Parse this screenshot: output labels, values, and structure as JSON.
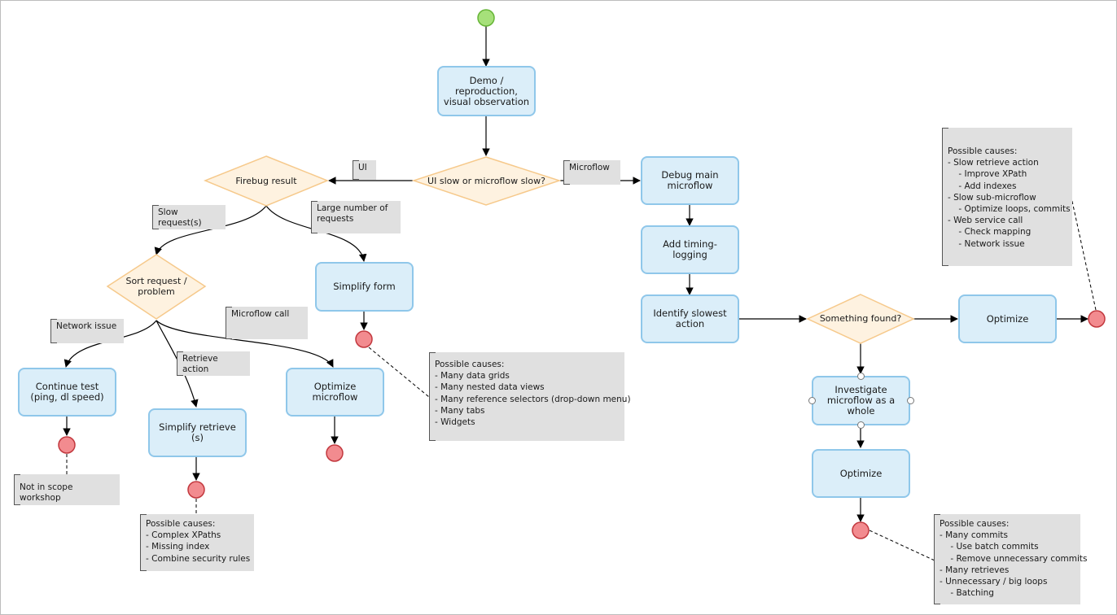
{
  "nodes": {
    "demo": "Demo /\nreproduction,\nvisual observation",
    "ui_or_microflow": "UI slow or microflow slow?",
    "firebug_result": "Firebug result",
    "debug_main": "Debug main\nmicroflow",
    "add_timing": "Add timing-logging",
    "identify_slowest": "Identify slowest\naction",
    "something_found": "Something found?",
    "optimize_right": "Optimize",
    "investigate": "Investigate\nmicroflow as a\nwhole",
    "optimize_bottom": "Optimize",
    "sort_request": "Sort request /\nproblem",
    "simplify_form": "Simplify form",
    "continue_test": "Continue test\n(ping, dl speed)",
    "simplify_retrieve": "Simplify retrieve\n(s)",
    "optimize_microflow": "Optimize microflow"
  },
  "tags": {
    "ui": "UI",
    "microflow": "Microflow",
    "slow_requests": "Slow request(s)",
    "large_number": "Large number of\nrequests",
    "network_issue": "Network issue",
    "microflow_call": "Microflow call",
    "retrieve_action": "Retrieve action",
    "not_in_scope": "Not in scope workshop"
  },
  "notes": {
    "form_causes": "Possible causes:\n- Many data grids\n- Many nested data views\n- Many reference selectors (drop-down menu)\n- Many tabs\n- Widgets",
    "retrieve_causes": "Possible causes:\n- Complex XPaths\n- Missing index\n- Combine security rules",
    "optimize_causes": "Possible causes:\n- Many commits\n    - Use batch commits\n    - Remove unnecessary commits\n- Many retrieves\n- Unnecessary / big loops\n    - Batching",
    "top_right_causes": "Possible causes:\n- Slow retrieve action\n    - Improve XPath\n    - Add indexes\n- Slow sub-microflow\n    - Optimize loops, commits\n- Web service call\n    - Check mapping\n    - Network issue"
  },
  "colors": {
    "start": "#a6e07a",
    "end": "#f28b8f",
    "box_fill": "#dbeef9",
    "box_border": "#8fc7ea",
    "diamond_fill": "#fef2e0",
    "diamond_border": "#f6c98b",
    "note_fill": "#e0e0e0"
  }
}
